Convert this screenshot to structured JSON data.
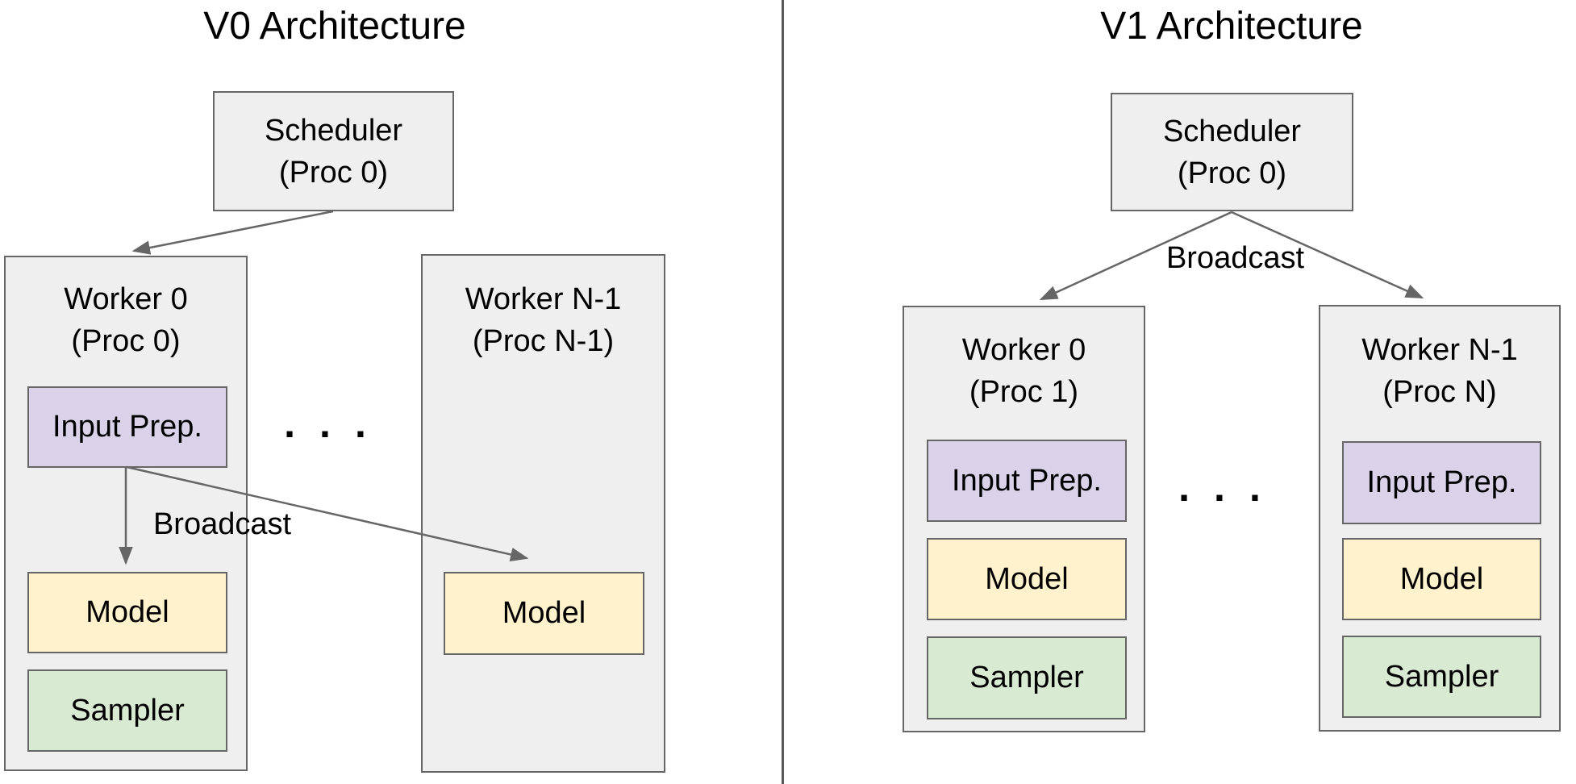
{
  "colors": {
    "container_fill": "#efefef",
    "input_prep_fill": "#d9d2e9",
    "model_fill": "#fff2cc",
    "sampler_fill": "#d9ead3",
    "border": "#666666",
    "arrow": "#666666",
    "divider": "#575757",
    "text": "#000000"
  },
  "v0": {
    "title": "V0 Architecture",
    "scheduler": {
      "line1": "Scheduler",
      "line2": "(Proc 0)"
    },
    "broadcast_label": "Broadcast",
    "ellipsis": "...",
    "worker0": {
      "line1": "Worker 0",
      "line2": "(Proc 0)",
      "input_prep": "Input Prep.",
      "model": "Model",
      "sampler": "Sampler"
    },
    "workerN": {
      "line1": "Worker N-1",
      "line2": "(Proc N-1)",
      "model": "Model"
    }
  },
  "v1": {
    "title": "V1 Architecture",
    "scheduler": {
      "line1": "Scheduler",
      "line2": "(Proc 0)"
    },
    "broadcast_label": "Broadcast",
    "ellipsis": "...",
    "worker0": {
      "line1": "Worker 0",
      "line2": "(Proc 1)",
      "input_prep": "Input Prep.",
      "model": "Model",
      "sampler": "Sampler"
    },
    "workerN": {
      "line1": "Worker N-1",
      "line2": "(Proc N)",
      "input_prep": "Input Prep.",
      "model": "Model",
      "sampler": "Sampler"
    }
  }
}
